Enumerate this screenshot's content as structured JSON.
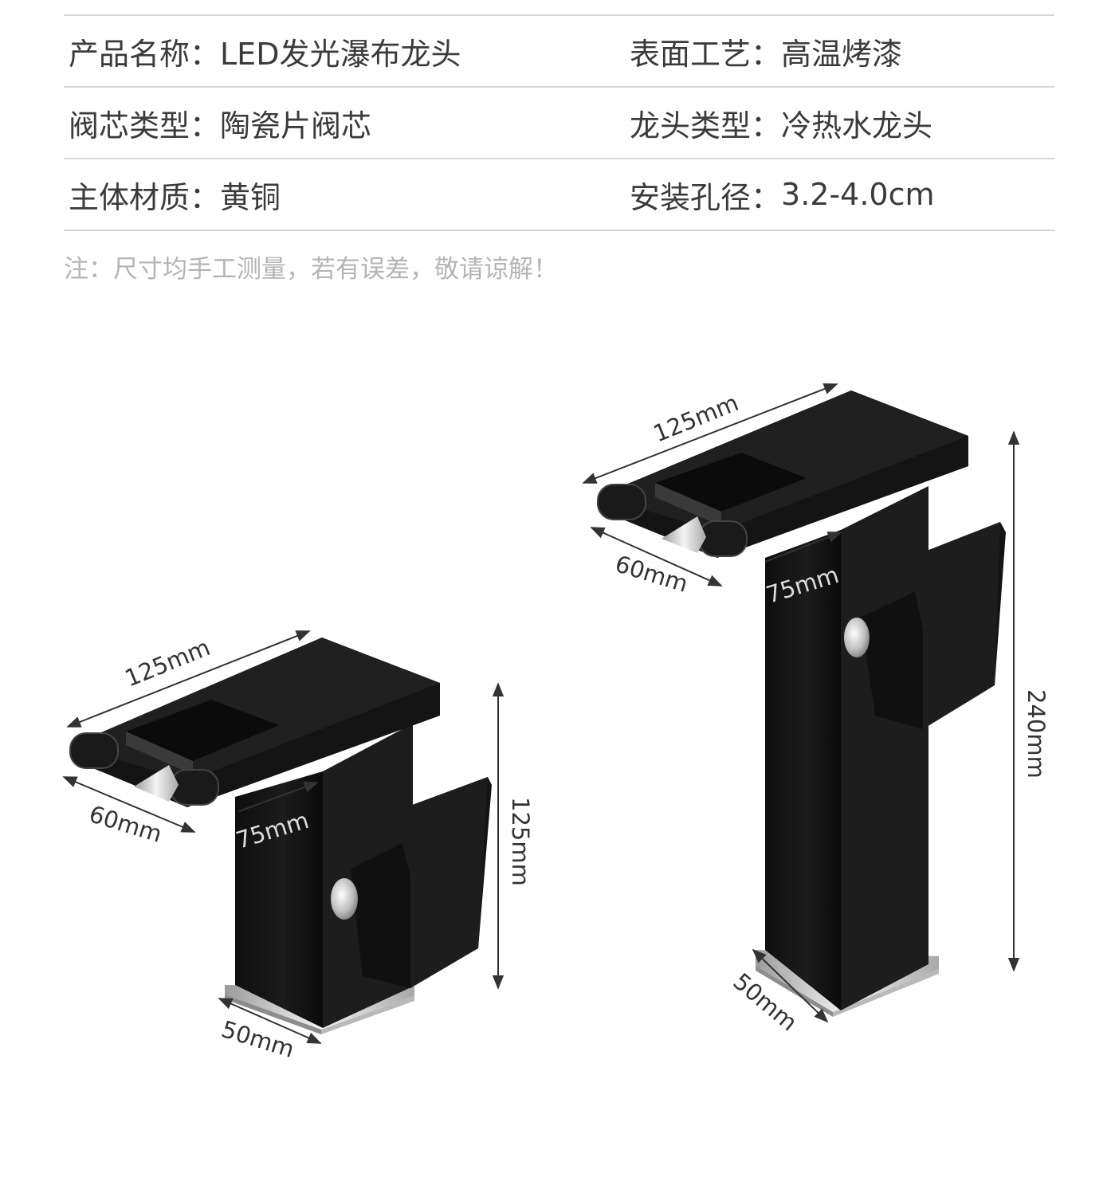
{
  "specs": [
    {
      "left": {
        "label": "产品名称：",
        "value": "LED发光瀑布龙头"
      },
      "right": {
        "label": "表面工艺：",
        "value": "高温烤漆"
      }
    },
    {
      "left": {
        "label": "阀芯类型：",
        "value": "陶瓷片阀芯"
      },
      "right": {
        "label": "龙头类型：",
        "value": "冷热水龙头"
      }
    },
    {
      "left": {
        "label": "主体材质：",
        "value": "黄铜"
      },
      "right": {
        "label": "安装孔径：",
        "value": "3.2-4.0cm"
      }
    }
  ],
  "note": "注：尺寸均手工测量，若有误差，敬请谅解！",
  "short_faucet": {
    "width": "125mm",
    "depth": "60mm",
    "spout": "75mm",
    "height": "125mm",
    "base": "50mm"
  },
  "tall_faucet": {
    "width": "125mm",
    "depth": "60mm",
    "spout": "75mm",
    "height": "240mm",
    "base": "50mm"
  },
  "colors": {
    "faucet_body": "#151515",
    "faucet_edge": "#2e2e2e",
    "chrome": "#d9d9d9",
    "divider": "#d6d6d6",
    "note_text": "#b4b4b4"
  }
}
